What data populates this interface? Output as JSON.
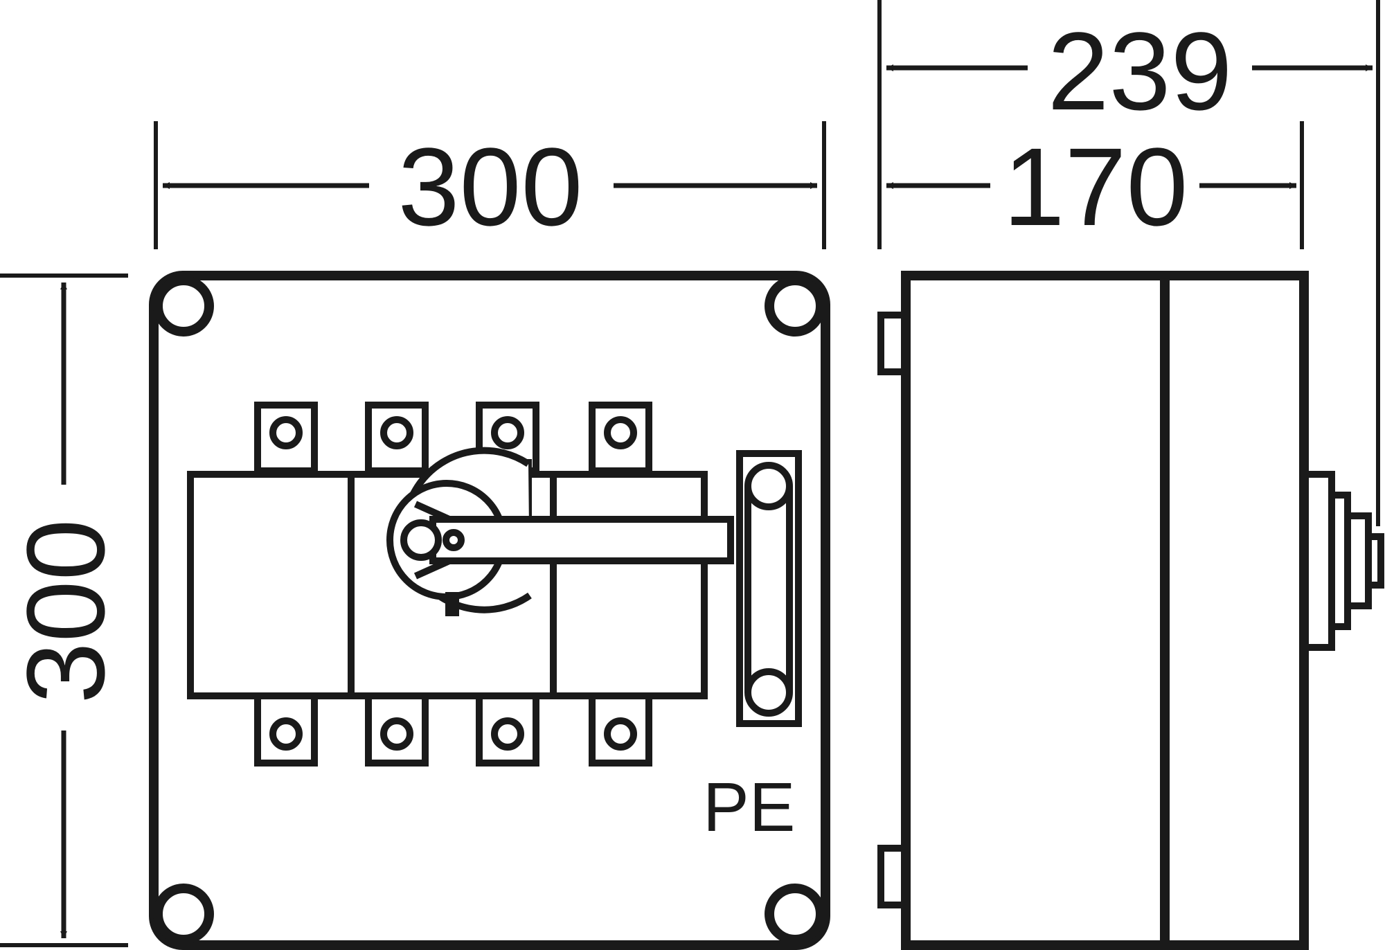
{
  "dimensions": {
    "front_width": "300",
    "front_height": "300",
    "side_depth_total": "239",
    "side_depth_body": "170"
  },
  "labels": {
    "protective_earth": "PE"
  },
  "colors": {
    "line": "#1a1a1a",
    "background": "#ffffff"
  }
}
